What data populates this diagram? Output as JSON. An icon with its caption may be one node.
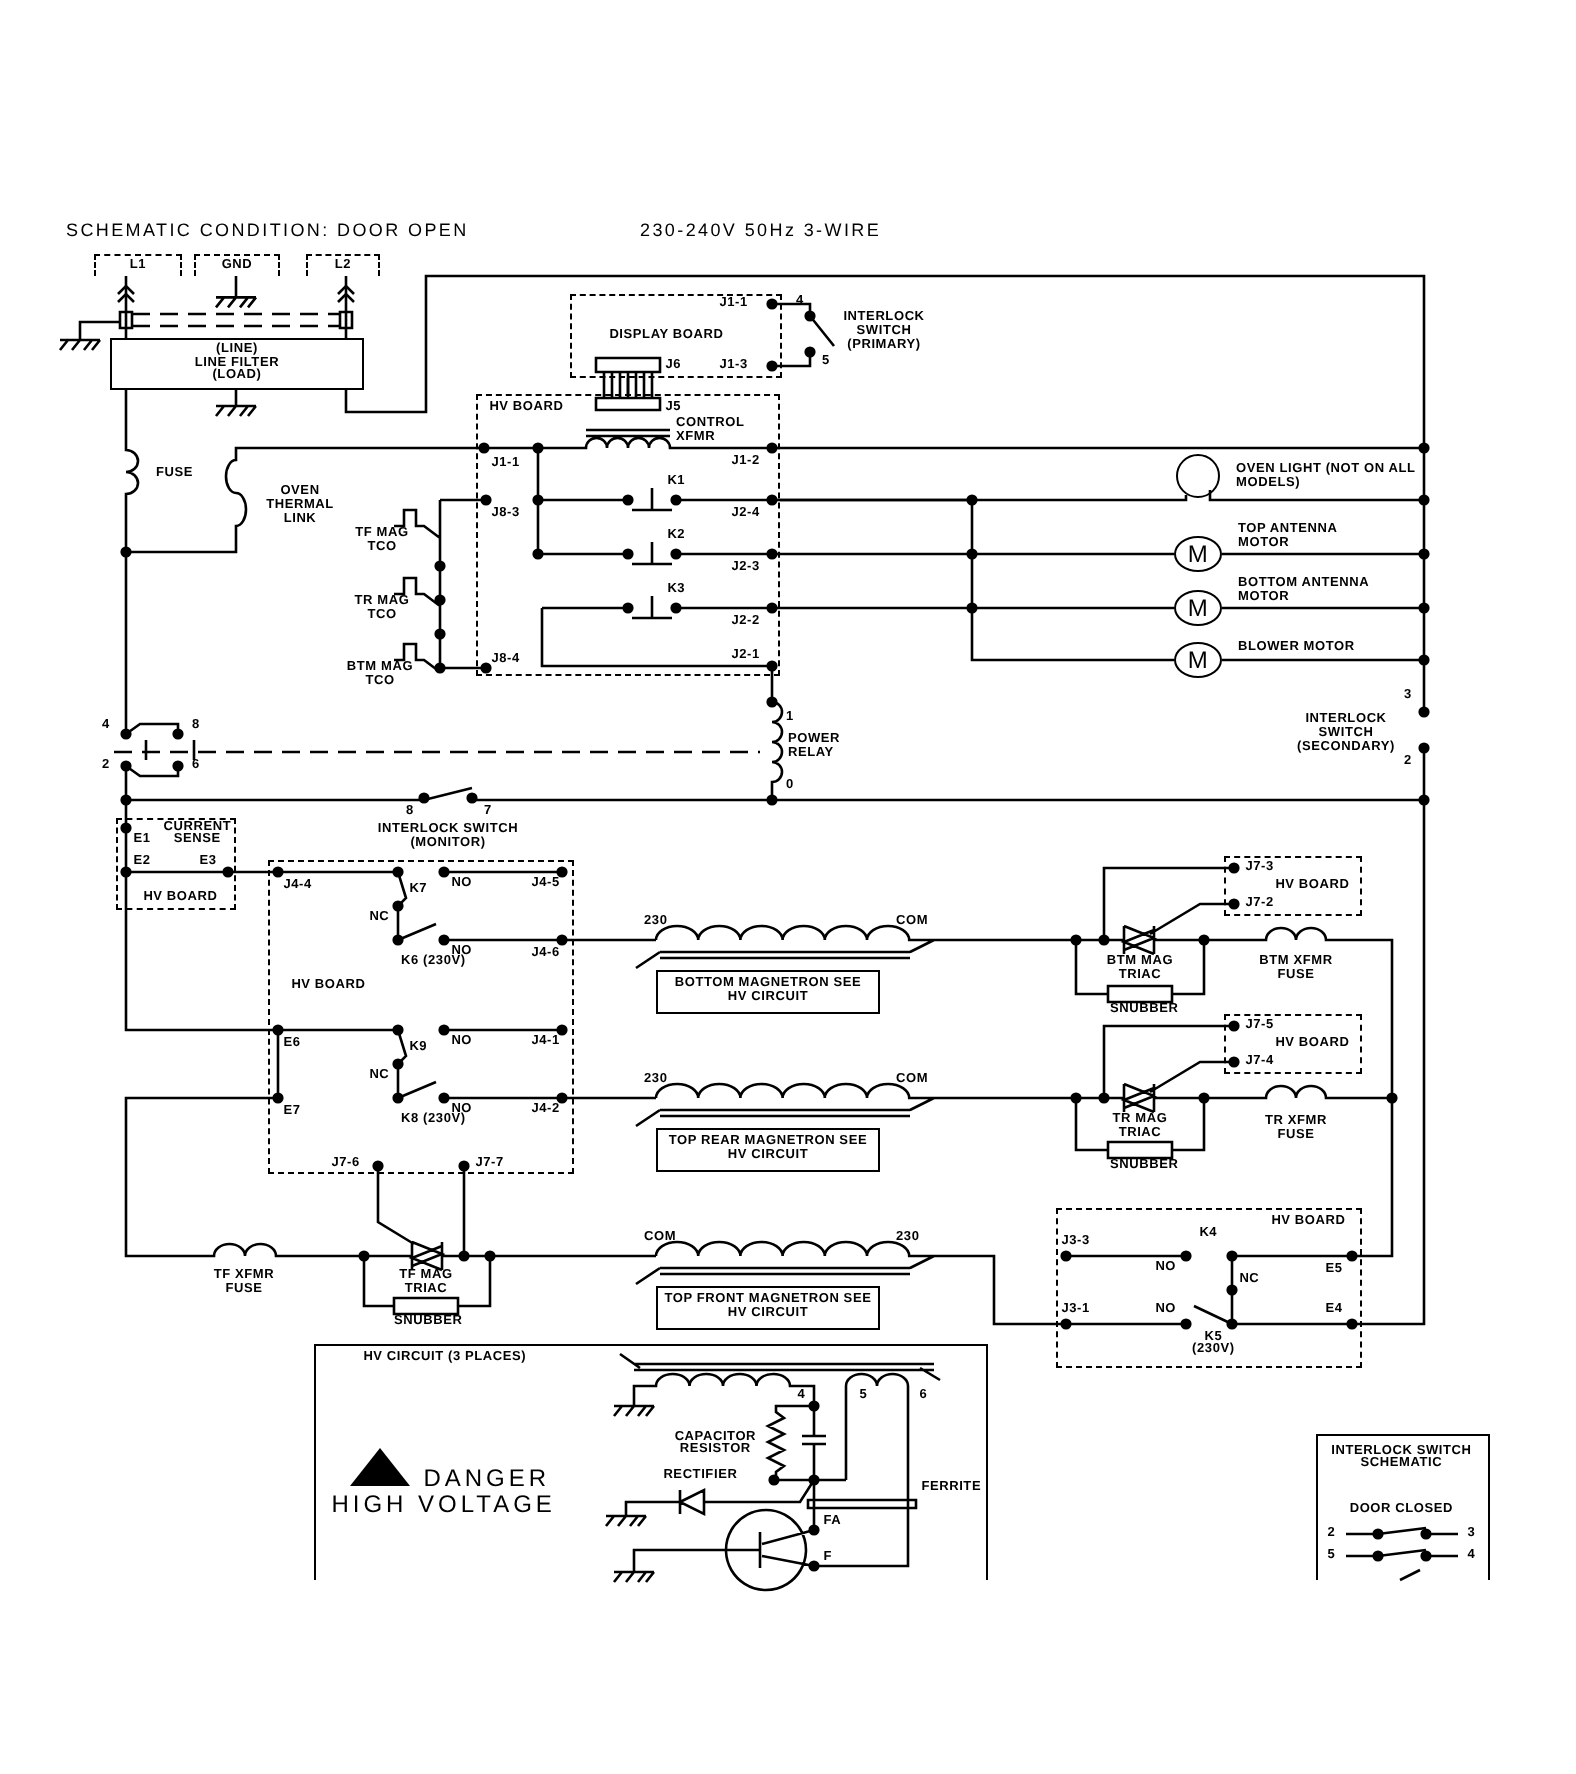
{
  "diagram": {
    "title": "SCHEMATIC CONDITION: DOOR OPEN",
    "nodes": [
      {
        "text": [
          "L1"
        ]
      },
      {
        "text": [
          "GND"
        ]
      },
      {
        "text": [
          "L2"
        ]
      },
      {
        "text": [
          "(LINE)",
          "LINE FILTER",
          "(LOAD)"
        ]
      },
      {
        "text": [
          "DISPLAY BOARD",
          "J1-1",
          "J1-3",
          "J6"
        ]
      },
      {
        "text": [
          "HV BOARD",
          "J5",
          "J1-1",
          "J8-3",
          "J8-4",
          "J1-2",
          "K1",
          "J2-4",
          "K2",
          "J2-3",
          "K3",
          "J2-2",
          "J2-1"
        ]
      },
      {
        "text": [],
        "shape": "circle",
        "beside": [
          "OVEN LIGHT (NOT ON ALL MODELS)"
        ]
      },
      {
        "text": [
          "M"
        ],
        "beside": [
          "TOP ANTENNA MOTOR"
        ]
      },
      {
        "text": [
          "M"
        ],
        "beside": [
          "BOTTOM ANTENNA MOTOR"
        ]
      },
      {
        "text": [
          "M"
        ],
        "beside": [
          "BLOWER MOTOR"
        ]
      },
      {
        "text": [
          "E1",
          "CURRENT SENSE",
          "E2",
          "E3",
          "HV BOARD"
        ]
      },
      {
        "text": [
          "J4-4",
          "K7",
          "NO",
          "J4-5",
          "NC",
          "NO",
          "J4-6",
          "K6 (230V)",
          "HV BOARD",
          "E6",
          "K9",
          "NO",
          "J4-1",
          "NC",
          "E7",
          "NO",
          "J4-2",
          "K8 (230V)",
          "J7-6",
          "J7-7"
        ]
      },
      {
        "text": [
          "BOTTOM MAGNETRON SEE HV CIRCUIT"
        ]
      },
      {
        "text": [
          "J7-3",
          "HV BOARD",
          "J7-2"
        ]
      },
      {
        "text": [
          "TOP REAR MAGNETRON SEE HV CIRCUIT"
        ]
      },
      {
        "text": [
          "J7-5",
          "HV BOARD",
          "J7-4"
        ]
      },
      {
        "text": [
          "HV BOARD",
          "J3-3",
          "K4",
          "NO",
          "NC",
          "E5",
          "J3-1",
          "NO",
          "K5 (230V)",
          "E4"
        ]
      },
      {
        "text": [
          "TOP FRONT MAGNETRON SEE HV CIRCUIT"
        ]
      },
      {
        "text": [
          "HV CIRCUIT (3 PLACES)",
          "DANGER",
          "HIGH VOLTAGE",
          "CAPACITOR RESISTOR",
          "RECTIFIER",
          "FERRITE",
          "4",
          "5",
          "6",
          "FA",
          "F"
        ]
      },
      {
        "text": [
          "INTERLOCK SWITCH SCHEMATIC",
          "DOOR CLOSED",
          "2",
          "3",
          "5",
          "4"
        ]
      },
      {
        "text": [],
        "shape": "ground"
      }
    ],
    "edges": [
      {
        "from": 0,
        "to": 3,
        "arrow": "none"
      },
      {
        "from": 2,
        "to": 3,
        "arrow": "none"
      },
      {
        "from": 1,
        "to": 20,
        "arrow": "none"
      },
      {
        "from": 4,
        "to": 5,
        "arrow": "none"
      },
      {
        "from": 5,
        "to": 6,
        "arrow": "none"
      },
      {
        "from": 5,
        "to": 7,
        "arrow": "none"
      },
      {
        "from": 5,
        "to": 8,
        "arrow": "none"
      },
      {
        "from": 5,
        "to": 9,
        "arrow": "none"
      }
    ],
    "labels": [
      "230-240V 50Hz 3-WIRE",
      "4",
      "INTERLOCK SWITCH (PRIMARY)",
      "5",
      "CONTROL XFMR",
      "FUSE",
      "OVEN THERMAL LINK",
      "TF MAG TCO",
      "TR MAG TCO",
      "BTM MAG TCO",
      "3",
      "1",
      "INTERLOCK SWITCH (SECONDARY)",
      "POWER RELAY",
      "4",
      "8",
      "2",
      "6",
      "2",
      "0",
      "8",
      "7",
      "INTERLOCK SWITCH (MONITOR)",
      "230",
      "COM",
      "BTM MAG TRIAC",
      "BTM XFMR FUSE",
      "SNUBBER",
      "230",
      "COM",
      "TR MAG TRIAC",
      "TR XFMR FUSE",
      "SNUBBER",
      "COM",
      "230",
      "TF XFMR FUSE",
      "TF MAG TRIAC",
      "SNUBBER"
    ]
  }
}
